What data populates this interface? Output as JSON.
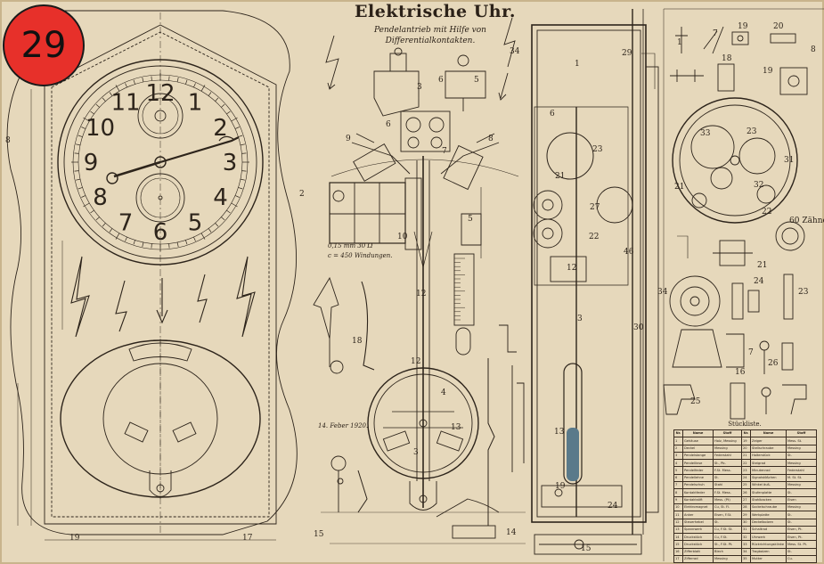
{
  "page": {
    "badge_number": "29",
    "title": "Elektrische Uhr.",
    "subtitle_lines": [
      "Pendelantrieb mit Hilfe von",
      "Differentialkontakten."
    ]
  },
  "annotations": {
    "coil_spec_line1": "0,15 mm   30 Ω",
    "coil_spec_line2": "c = 450 Windungen.",
    "date": "14. Feber 1920."
  },
  "clock_dial": {
    "numerals": [
      "12",
      "1",
      "2",
      "3",
      "4",
      "5",
      "6",
      "7",
      "8",
      "9",
      "10",
      "11"
    ]
  },
  "parts_list": {
    "title": "Stückliste.",
    "headers": [
      "Nr.",
      "Name",
      "Stoff",
      "Nr.",
      "Name",
      "Stoff"
    ],
    "rows": [
      [
        "1",
        "Gehäuse",
        "Holz, Messing",
        "19",
        "Zeiger",
        "Mess. St."
      ],
      [
        "2",
        "Deckel",
        "Messing",
        "20",
        "Stellschraube",
        "Messing"
      ],
      [
        "3",
        "Pendelstange",
        "Federstahl",
        "21",
        "Halterstück",
        "St."
      ],
      [
        "4",
        "Pendellinse",
        "St., Pb.",
        "22",
        "Steigrad",
        "Messing"
      ],
      [
        "5",
        "Pendelfeder",
        "F.St. Mess.",
        "23",
        "Minutenrad",
        "Federstahl"
      ],
      [
        "6",
        "Pendellehne",
        "St.",
        "24",
        "Signalstößchen",
        "M. St. St."
      ],
      [
        "7",
        "Pendelschuh",
        "Stahl",
        "25",
        "Winkel äuß.",
        "Messing"
      ],
      [
        "8",
        "Kontaktfeder",
        "F.St. Mess.",
        "26",
        "Stufenplatte",
        "St."
      ],
      [
        "9",
        "Kontaktstift",
        "Mess. (Pt)",
        "27",
        "Stahlbacken",
        "Eisen"
      ],
      [
        "10",
        "Elektromagnet",
        "Cu, St. Fl.",
        "28",
        "Sockelschraube",
        "Messing"
      ],
      [
        "11",
        "Anker",
        "Eisen, F.St.",
        "29",
        "Werkplatte",
        "St."
      ],
      [
        "12",
        "Steuerhebel",
        "St.",
        "30",
        "Deckelbolzen",
        "St."
      ],
      [
        "13",
        "Spannwerk",
        "Cu, F.St. St.",
        "31",
        "Schaltrad",
        "Eisen, Pt."
      ],
      [
        "14",
        "Druckstück",
        "Cu, F.St.",
        "32",
        "Uhrwerk",
        "Eisen, Pt."
      ],
      [
        "15",
        "Druckstück",
        "St., F.St. Pt.",
        "33",
        "Rückrichtungsklinke",
        "Mess. St. Pt."
      ],
      [
        "16",
        "Zifferblatt",
        "Blech",
        "34",
        "Tragbolzen",
        "St."
      ],
      [
        "17",
        "Zifferrad",
        "Messing",
        "35",
        "Mutter",
        "Cu."
      ]
    ]
  }
}
